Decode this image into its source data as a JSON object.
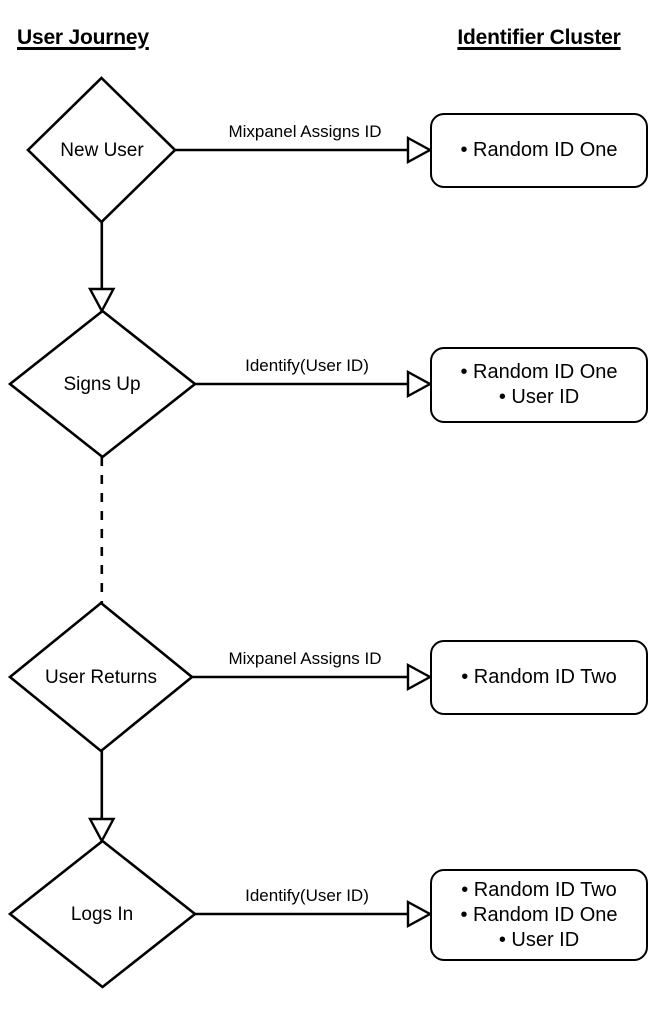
{
  "headers": {
    "left": "User Journey",
    "right": "Identifier Cluster"
  },
  "nodes": [
    {
      "id": "new-user",
      "label": "New User"
    },
    {
      "id": "signs-up",
      "label": "Signs Up"
    },
    {
      "id": "user-returns",
      "label": "User Returns"
    },
    {
      "id": "logs-in",
      "label": "Logs In"
    }
  ],
  "edge_labels": [
    {
      "id": "edge-new-user",
      "label": "Mixpanel Assigns ID"
    },
    {
      "id": "edge-signs-up",
      "label": "Identify(User ID)"
    },
    {
      "id": "edge-user-returns",
      "label": "Mixpanel Assigns ID"
    },
    {
      "id": "edge-logs-in",
      "label": "Identify(User ID)"
    }
  ],
  "clusters": [
    {
      "id": "cluster-new-user",
      "items": [
        "• Random ID One"
      ]
    },
    {
      "id": "cluster-signs-up",
      "items": [
        "• Random ID One",
        "• User ID"
      ]
    },
    {
      "id": "cluster-user-returns",
      "items": [
        "• Random ID Two"
      ]
    },
    {
      "id": "cluster-logs-in",
      "items": [
        "• Random ID Two",
        "• Random ID One",
        "• User ID"
      ]
    }
  ],
  "connectors": [
    {
      "id": "connector-new-user-to-signs-up",
      "style": "solid"
    },
    {
      "id": "connector-signs-up-to-user-returns",
      "style": "dashed"
    },
    {
      "id": "connector-user-returns-to-logs-in",
      "style": "solid"
    }
  ],
  "colors": {
    "stroke": "#000000",
    "background": "#ffffff",
    "arrow_fill": "#ffffff"
  }
}
